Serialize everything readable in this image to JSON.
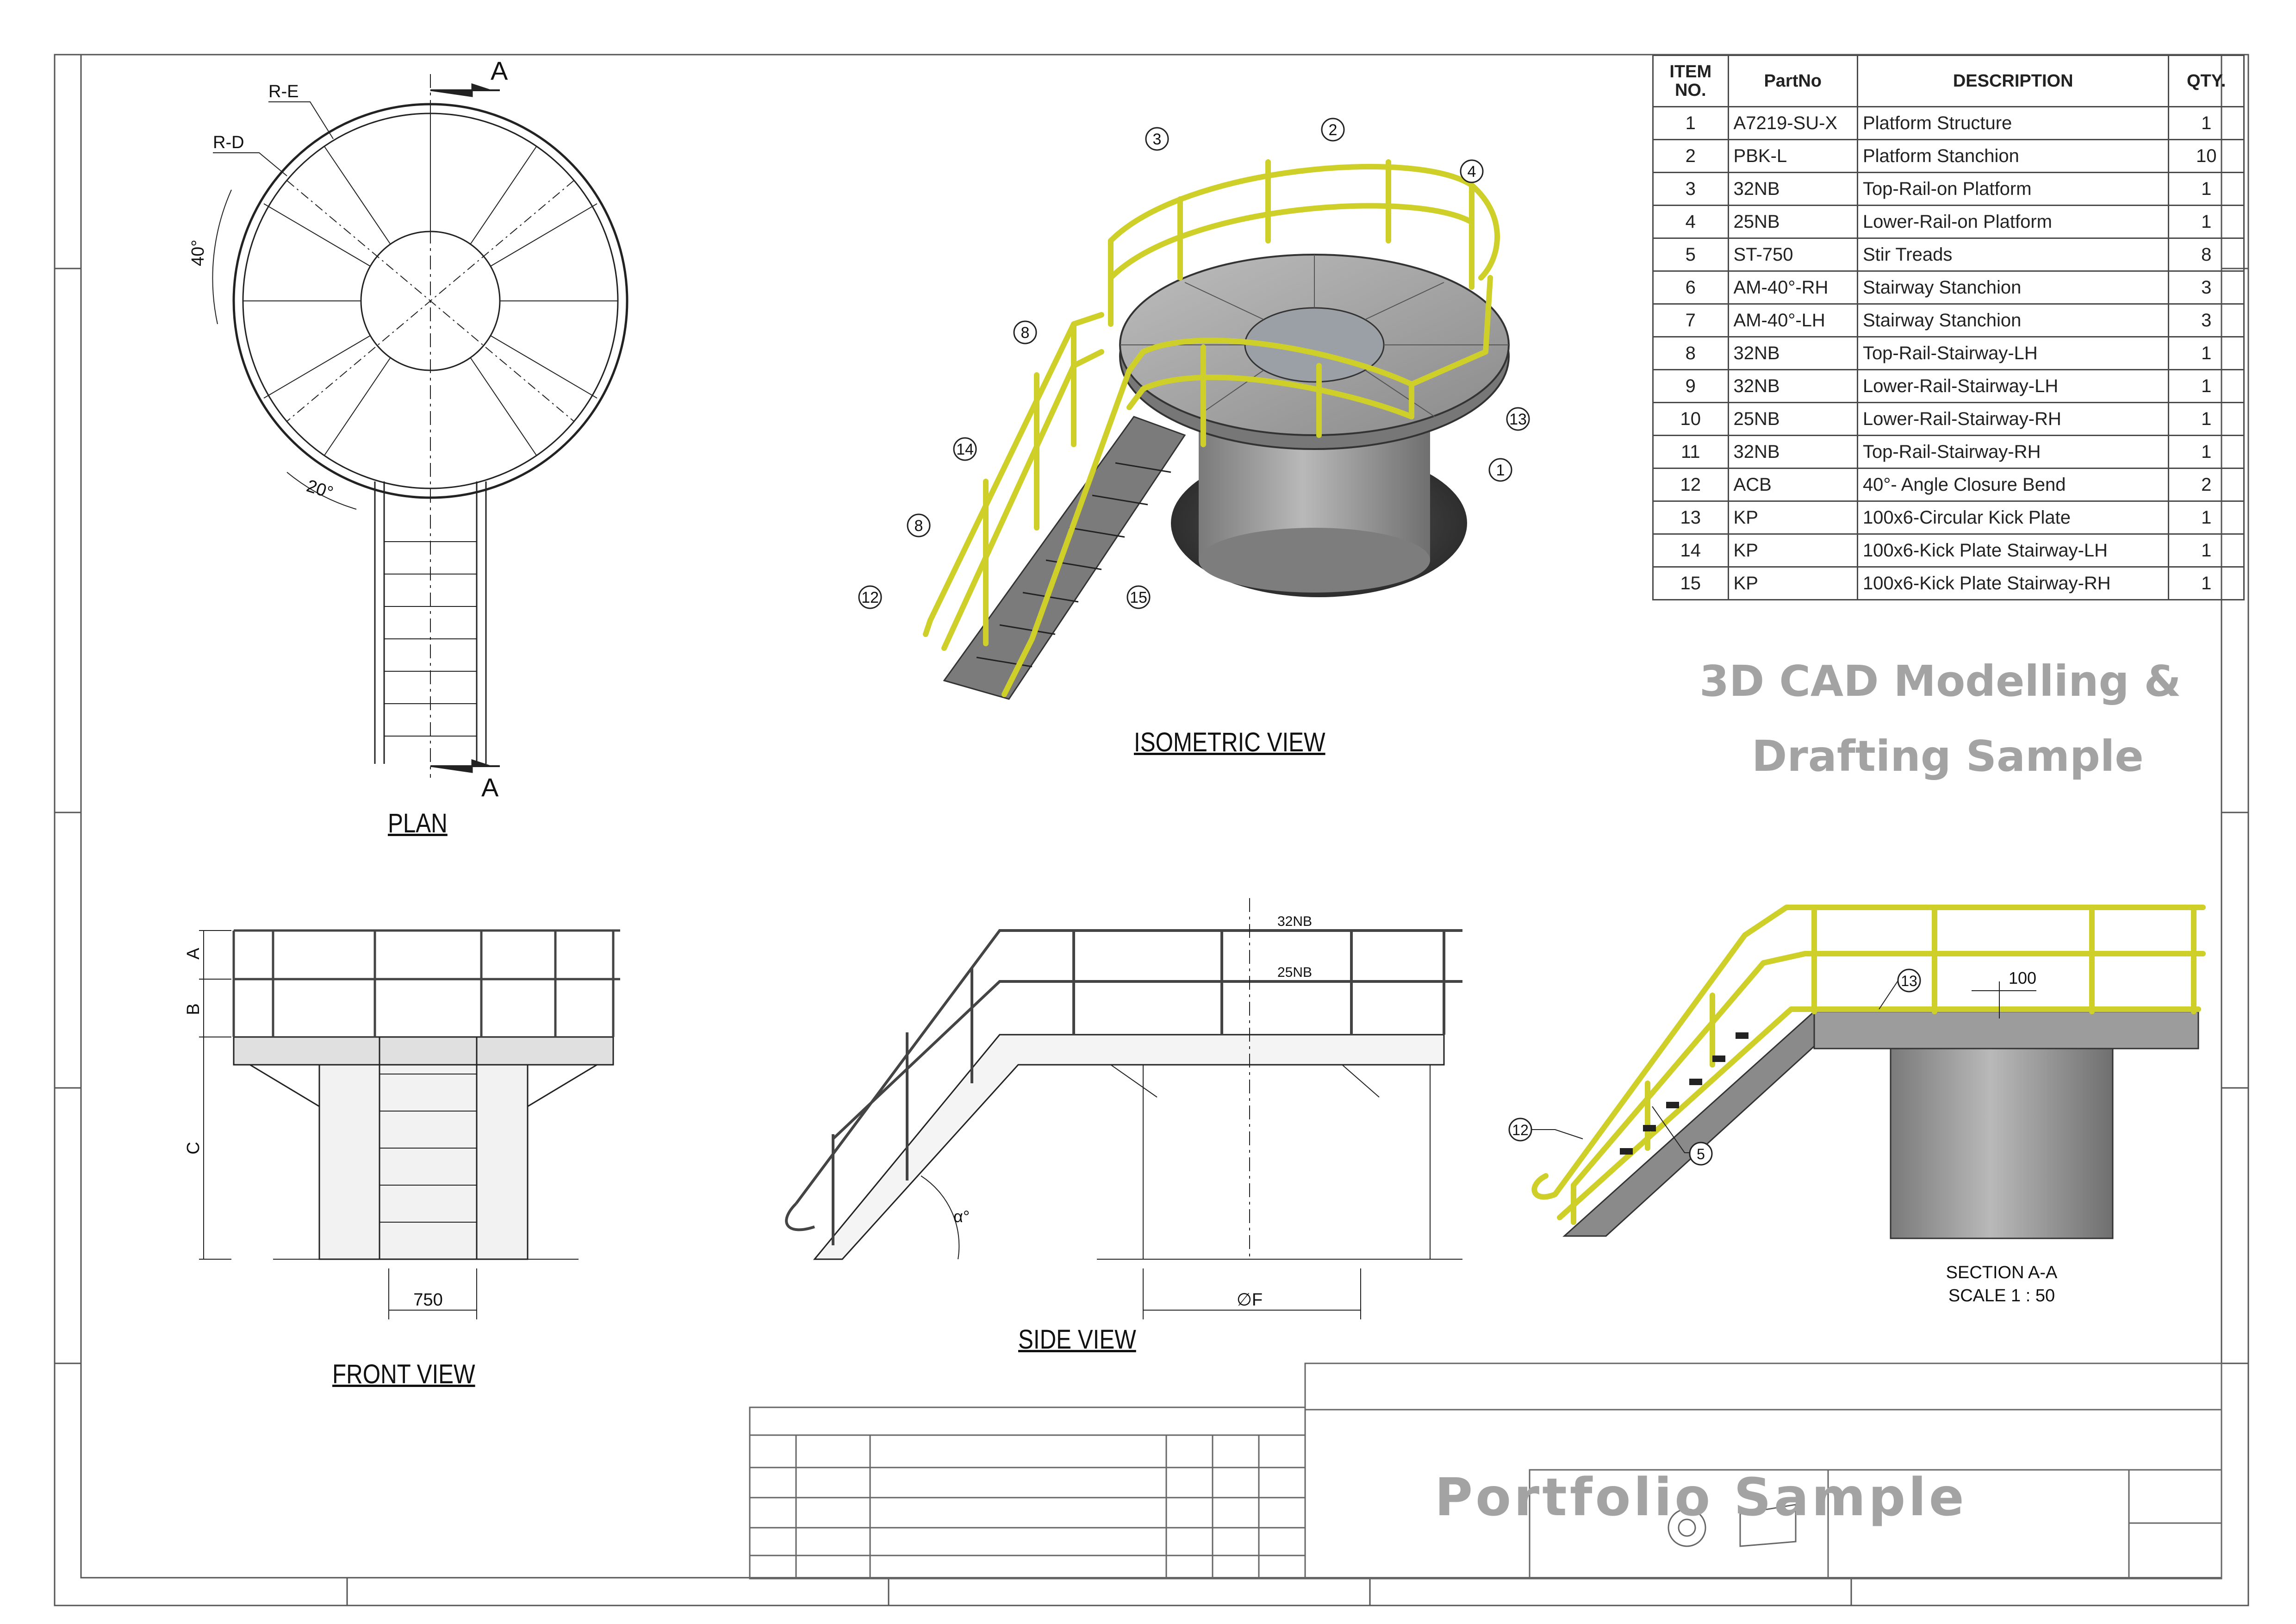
{
  "stamps": {
    "title_line1": "3D CAD Modelling &",
    "title_line2": "Drafting Sample",
    "portfolio": "Portfolio Sample"
  },
  "views": {
    "plan": "PLAN",
    "isometric": "ISOMETRIC VIEW",
    "front": "FRONT VIEW",
    "side": "SIDE VIEW",
    "section_title": "SECTION A-A",
    "section_scale": "SCALE 1 : 50"
  },
  "plan_labels": {
    "section_top": "A",
    "section_bottom": "A",
    "re": "R-E",
    "rd": "R-D",
    "angle40": "40°",
    "angle20": "20°"
  },
  "front_labels": {
    "a": "A",
    "b": "B",
    "c": "C",
    "width": "750"
  },
  "side_labels": {
    "top_pipe": "32NB",
    "lower_pipe": "25NB",
    "alpha": "α°",
    "diameter": "∅F"
  },
  "section_labels": {
    "dim100": "100",
    "b13": "13",
    "b12": "12",
    "b5": "5"
  },
  "iso_balloons": [
    "3",
    "2",
    "4",
    "8",
    "13",
    "1",
    "14",
    "8",
    "12",
    "15"
  ],
  "bom": {
    "headers": [
      "ITEM NO.",
      "PartNo",
      "DESCRIPTION",
      "QTY."
    ],
    "rows": [
      {
        "item": "1",
        "part": "A7219-SU-X",
        "desc": "Platform Structure",
        "qty": "1"
      },
      {
        "item": "2",
        "part": "PBK-L",
        "desc": "Platform Stanchion",
        "qty": "10"
      },
      {
        "item": "3",
        "part": "32NB",
        "desc": "Top-Rail-on Platform",
        "qty": "1"
      },
      {
        "item": "4",
        "part": "25NB",
        "desc": "Lower-Rail-on Platform",
        "qty": "1"
      },
      {
        "item": "5",
        "part": "ST-750",
        "desc": "Stir Treads",
        "qty": "8"
      },
      {
        "item": "6",
        "part": "AM-40°-RH",
        "desc": "Stairway Stanchion",
        "qty": "3"
      },
      {
        "item": "7",
        "part": "AM-40°-LH",
        "desc": "Stairway Stanchion",
        "qty": "3"
      },
      {
        "item": "8",
        "part": "32NB",
        "desc": "Top-Rail-Stairway-LH",
        "qty": "1"
      },
      {
        "item": "9",
        "part": "32NB",
        "desc": "Lower-Rail-Stairway-LH",
        "qty": "1"
      },
      {
        "item": "10",
        "part": "25NB",
        "desc": "Lower-Rail-Stairway-RH",
        "qty": "1"
      },
      {
        "item": "11",
        "part": "32NB",
        "desc": "Top-Rail-Stairway-RH",
        "qty": "1"
      },
      {
        "item": "12",
        "part": "ACB",
        "desc": "40°- Angle Closure Bend",
        "qty": "2"
      },
      {
        "item": "13",
        "part": "KP",
        "desc": "100x6-Circular Kick Plate",
        "qty": "1"
      },
      {
        "item": "14",
        "part": "KP",
        "desc": "100x6-Kick Plate Stairway-LH",
        "qty": "1"
      },
      {
        "item": "15",
        "part": "KP",
        "desc": "100x6-Kick Plate Stairway-RH",
        "qty": "1"
      }
    ]
  },
  "colors": {
    "rail": "#cfcf2a",
    "rail_dark": "#8c8c10",
    "steel": "#8f8f8f",
    "frame": "#555555",
    "stamp": "#a3a3a3"
  }
}
